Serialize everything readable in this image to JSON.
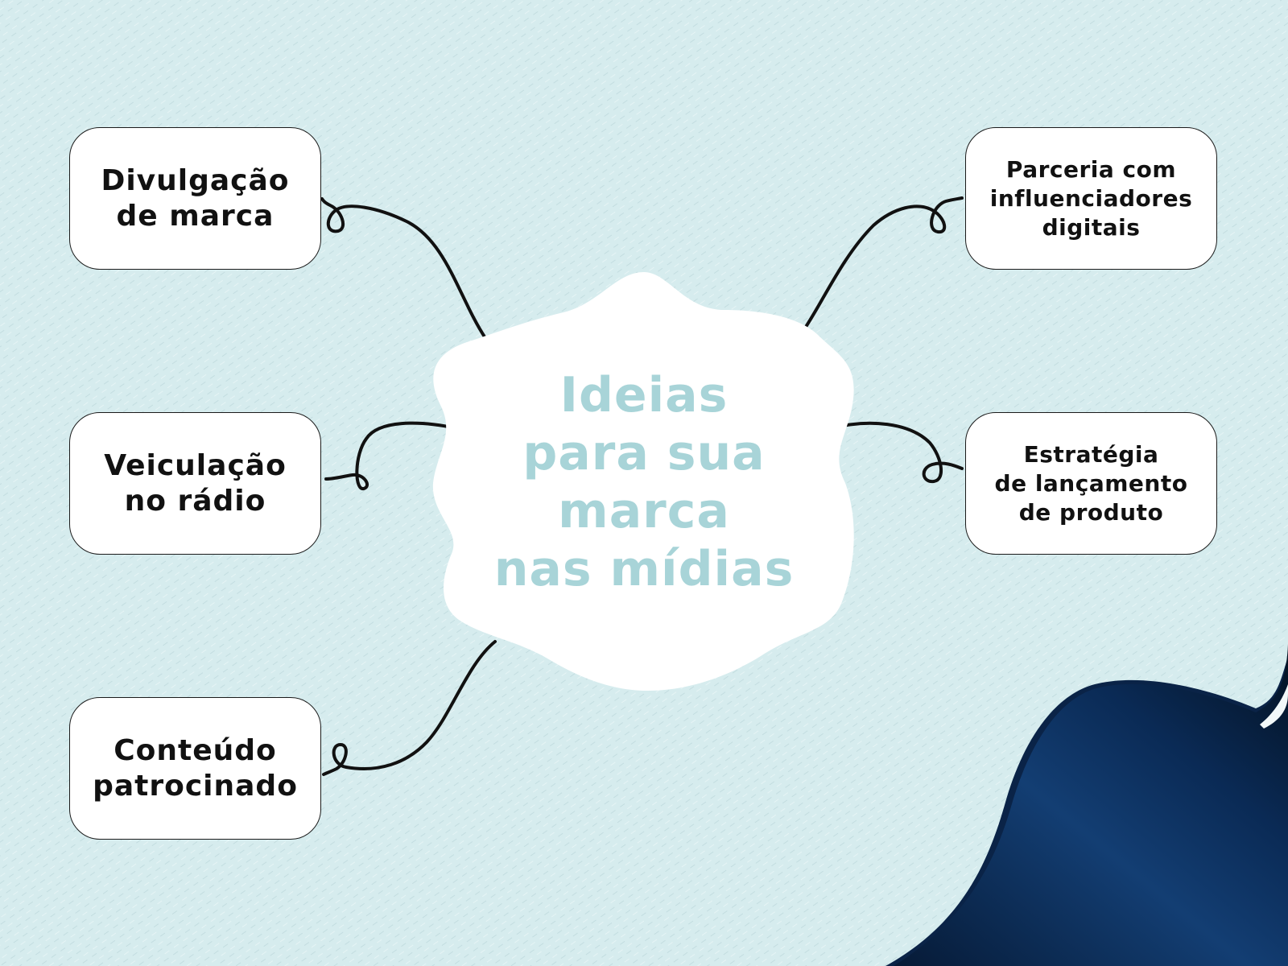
{
  "diagram": {
    "center": {
      "title": "Ideias\npara sua\nmarca\nnas mídias"
    },
    "nodes": [
      {
        "id": "divulgacao",
        "label": "Divulgação\nde marca"
      },
      {
        "id": "veiculacao",
        "label": "Veiculação\nno rádio"
      },
      {
        "id": "conteudo",
        "label": "Conteúdo\npatrocinado"
      },
      {
        "id": "parceria",
        "label": "Parceria com\ninfluenciadores\ndigitais"
      },
      {
        "id": "estrategia",
        "label": "Estratégia\nde lançamento\nde produto"
      }
    ]
  },
  "colors": {
    "background": "#d6ecee",
    "title": "#a8d4d8",
    "node_text": "#111111",
    "page_curl": "#0d2a52"
  }
}
